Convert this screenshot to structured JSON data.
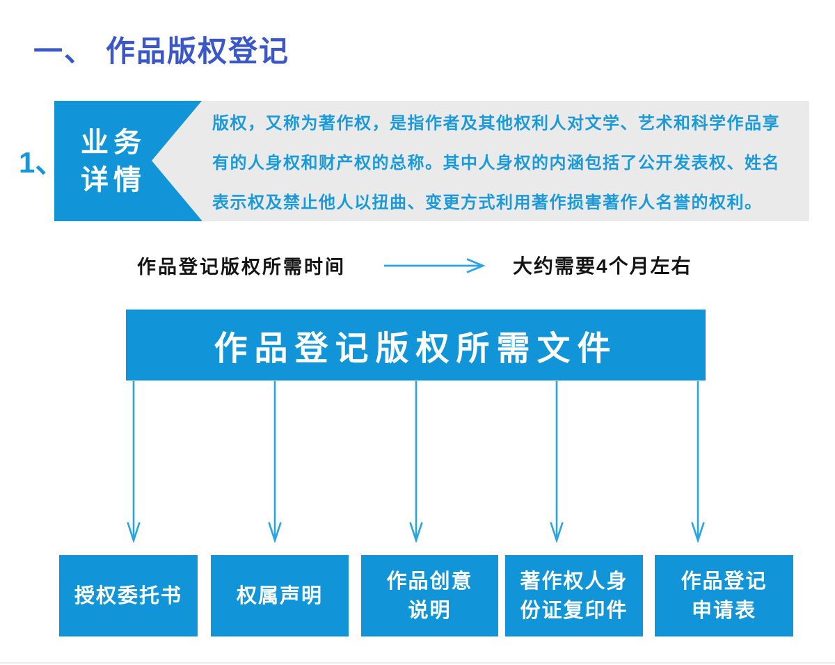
{
  "page": {
    "title_prefix": "一、",
    "title_text": "作品版权登记"
  },
  "section": {
    "number_label": "1、",
    "side_label": {
      "lines": [
        "业务",
        "详情"
      ]
    },
    "description": {
      "lines": [
        "版权，又称为著作权，是指作者及其他权利人对文学、艺术和科学作品享",
        "有的人身权和财产权的总称。其中人身权的内涵包括了公开发表权、姓名",
        "表示权及禁止他人以扭曲、变更方式利用著作损害著作人名誉的权利。"
      ]
    }
  },
  "timeline": {
    "label": "作品登记版权所需时间",
    "value": "大约需要4个月左右"
  },
  "documents_banner": {
    "title": "作品登记版权所需文件"
  },
  "documents": [
    {
      "lines": [
        "授权委托书"
      ]
    },
    {
      "lines": [
        "权属声明"
      ]
    },
    {
      "lines": [
        "作品创意",
        "说明"
      ]
    },
    {
      "lines": [
        "著作权人身",
        "份证复印件"
      ]
    },
    {
      "lines": [
        "作品登记",
        "申请表"
      ]
    }
  ],
  "colors": {
    "accent_blue": "#1195d8",
    "arrow_blue": "#28a3e5",
    "title_blue": "#3a57c9",
    "panel_gray": "#eaeaea",
    "description_text_blue": "#1b9ada",
    "body_text_black": "#141414"
  }
}
